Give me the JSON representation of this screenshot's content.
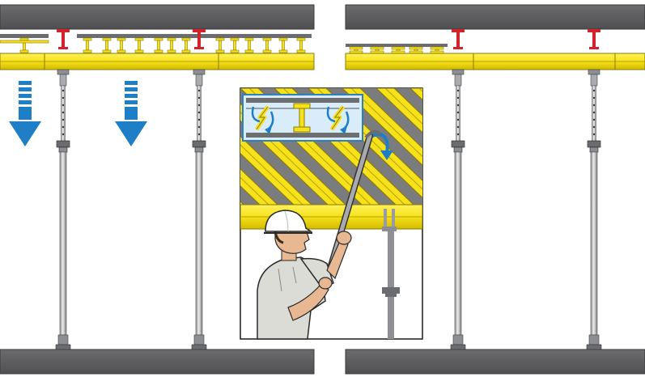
{
  "colors": {
    "slab": "#5f5f61",
    "slab_edge": "#3a3a3c",
    "beam": "#f6e11a",
    "beam_dark": "#c9b300",
    "beam_edge": "#8a7a00",
    "prop": "#cfd0d2",
    "prop_dark": "#6b6c6f",
    "prophead_red": "#d2232a",
    "arrow_blue": "#1f7fc6",
    "panel_grey": "#7b7c7e",
    "inset_bg": "#d8ecf9",
    "inset_border": "#2f7fc0",
    "skin": "#e8b892",
    "shirt": "#dcdcd6",
    "helmet": "#ffffff"
  },
  "icons": {
    "lower_arrows": "down-arrow-icon",
    "rotate": "rotate-arrow-icon",
    "helmet": "hard-hat-icon"
  },
  "scene": {
    "left_bay_props": 2,
    "right_bay_props": 2,
    "left_down_arrows": 2,
    "inset_rotation_arrows": 2
  }
}
